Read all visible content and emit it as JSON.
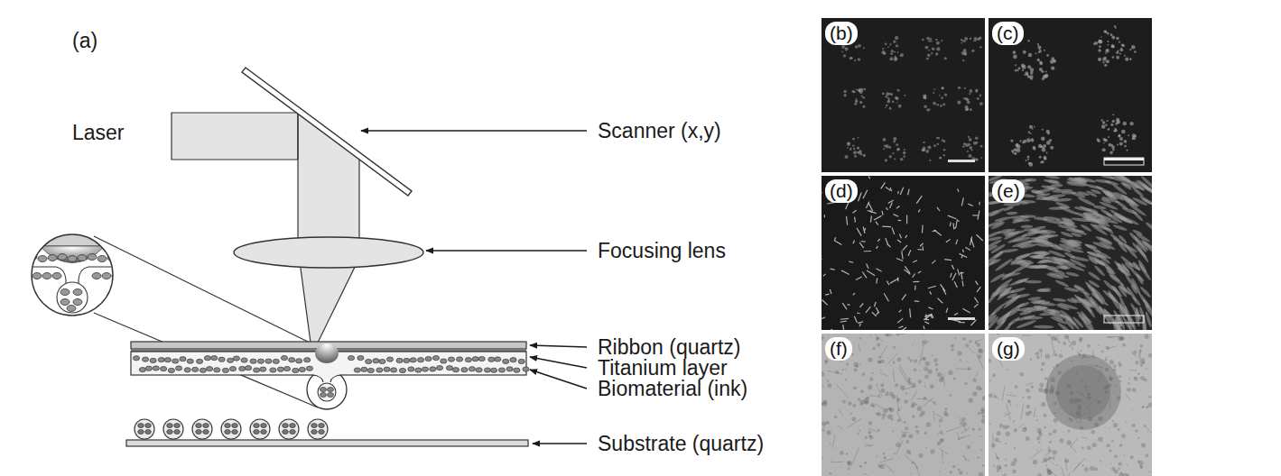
{
  "diagram": {
    "nodes": [
      {
        "text": [
          "(b)"
        ]
      },
      {
        "text": [
          "(c)"
        ]
      },
      {
        "text": [
          "(d)"
        ]
      },
      {
        "text": [
          "(e)"
        ]
      },
      {
        "text": [
          "(f)"
        ]
      },
      {
        "text": [
          "(g)"
        ]
      }
    ],
    "labels": [
      "(a)",
      "Laser",
      "Scanner (x,y)",
      "Focusing lens",
      "Ribbon (quartz)",
      "Titanium layer",
      "Biomaterial (ink)",
      "Substrate (quartz)"
    ]
  }
}
